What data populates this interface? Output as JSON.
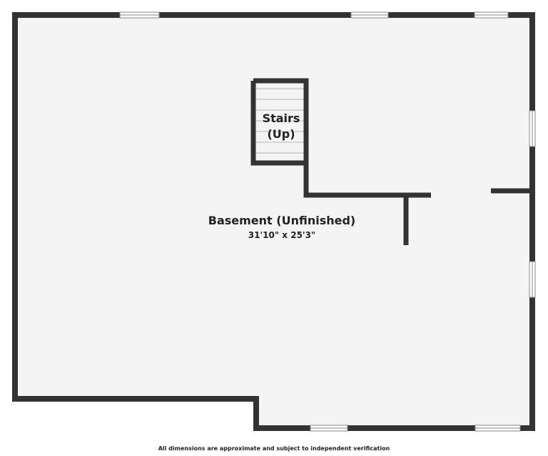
{
  "colors": {
    "wall": "#333333",
    "floor": "#f4f4f4",
    "window": "#ffffff",
    "window_line": "#888888",
    "stair_line": "#b5b5b5",
    "text": "#222222"
  },
  "rooms": {
    "basement": {
      "name": "Basement (Unfinished)",
      "dimensions": "31'10\" x 25'3\""
    },
    "stairs": {
      "line1": "Stairs",
      "line2": "(Up)"
    }
  },
  "footer": {
    "disclaimer": "All dimensions are approximate and subject to independent verification"
  }
}
